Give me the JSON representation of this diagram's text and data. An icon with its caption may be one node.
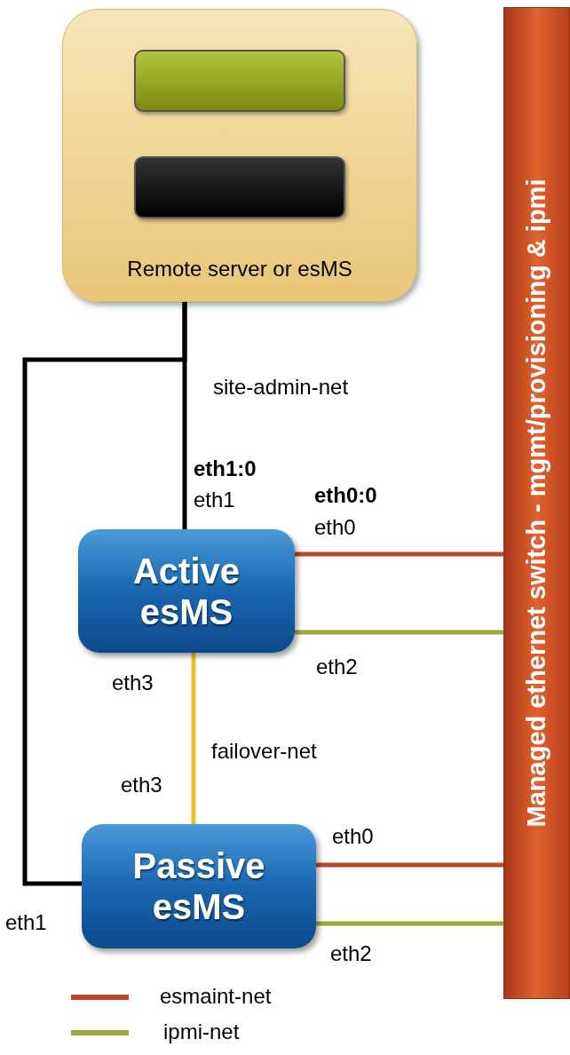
{
  "diagram": {
    "nodes": [
      {
        "text": [
          "Remote server or esMS"
        ]
      },
      {
        "text": [],
        "shape": "box",
        "in": 0
      },
      {
        "text": [],
        "shape": "box",
        "in": 0
      },
      {
        "text": [
          "Active esMS"
        ]
      },
      {
        "text": [
          "Passive esMS"
        ]
      },
      {
        "text": [
          "Managed ethernet switch - mgmt/provisioning & ipmi"
        ]
      }
    ],
    "edges": [
      {
        "from": 0,
        "to": 3,
        "arrow": "none",
        "color": "#000000"
      },
      {
        "from": 0,
        "to": 4,
        "arrow": "none",
        "color": "#000000"
      },
      {
        "from": 3,
        "to": 5,
        "arrow": "none",
        "color": "#b84a2c"
      },
      {
        "from": 3,
        "to": 5,
        "arrow": "none",
        "color": "#9fa83a"
      },
      {
        "from": 3,
        "to": 4,
        "arrow": "none",
        "color": "#f0c030"
      },
      {
        "from": 4,
        "to": 5,
        "arrow": "none",
        "color": "#b84a2c"
      },
      {
        "from": 4,
        "to": 5,
        "arrow": "none",
        "color": "#9fa83a"
      }
    ],
    "labels": [
      "site-admin-net",
      "eth1:0",
      "eth1",
      "eth0:0",
      "eth0",
      "eth2",
      "eth3",
      "failover-net",
      "eth3",
      "eth0",
      "eth1",
      "eth2"
    ],
    "legend": [
      {
        "text": "esmaint-net",
        "color": "#b84a2c"
      },
      {
        "text": "ipmi-net",
        "color": "#9fa83a"
      }
    ]
  }
}
